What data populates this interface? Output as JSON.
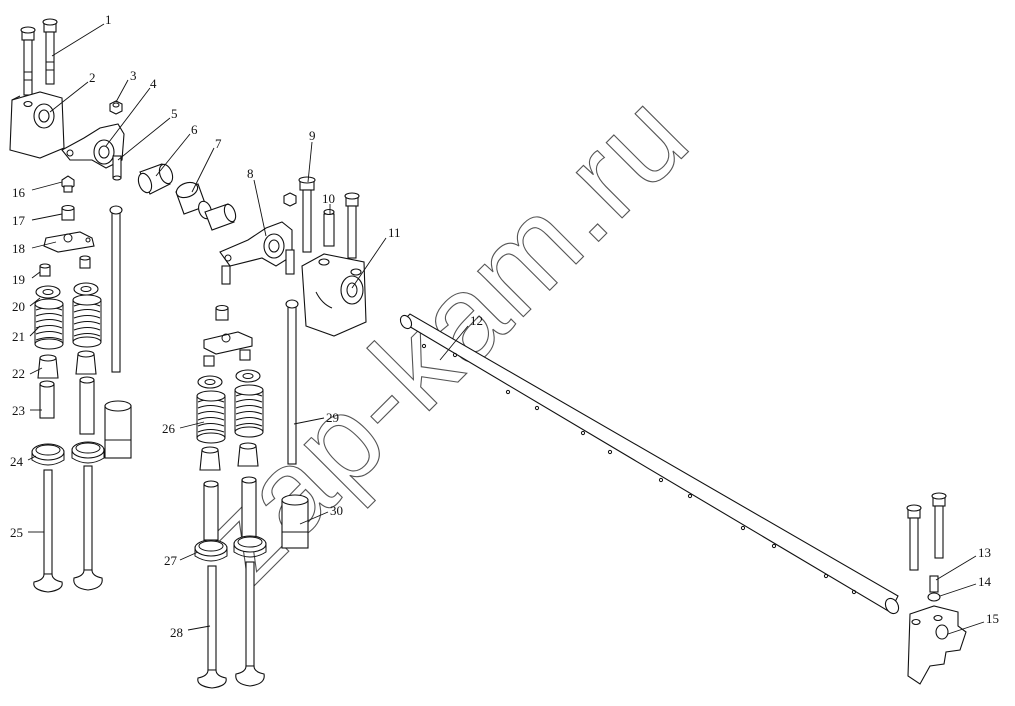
{
  "diagram": {
    "watermark": "zap-kam.ru",
    "corner_mark": "",
    "labels": [
      {
        "id": "l1",
        "text": "1"
      },
      {
        "id": "l2",
        "text": "2"
      },
      {
        "id": "l3",
        "text": "3"
      },
      {
        "id": "l4",
        "text": "4"
      },
      {
        "id": "l5",
        "text": "5"
      },
      {
        "id": "l6",
        "text": "6"
      },
      {
        "id": "l7",
        "text": "7"
      },
      {
        "id": "l8",
        "text": "8"
      },
      {
        "id": "l9",
        "text": "9"
      },
      {
        "id": "l10",
        "text": "10"
      },
      {
        "id": "l11",
        "text": "11"
      },
      {
        "id": "l12",
        "text": "12"
      },
      {
        "id": "l13",
        "text": "13"
      },
      {
        "id": "l14",
        "text": "14"
      },
      {
        "id": "l15",
        "text": "15"
      },
      {
        "id": "l16",
        "text": "16"
      },
      {
        "id": "l17",
        "text": "17"
      },
      {
        "id": "l18",
        "text": "18"
      },
      {
        "id": "l19",
        "text": "19"
      },
      {
        "id": "l20",
        "text": "20"
      },
      {
        "id": "l21",
        "text": "21"
      },
      {
        "id": "l22",
        "text": "22"
      },
      {
        "id": "l23",
        "text": "23"
      },
      {
        "id": "l24",
        "text": "24"
      },
      {
        "id": "l25",
        "text": "25"
      },
      {
        "id": "l26",
        "text": "26"
      },
      {
        "id": "l27",
        "text": "27"
      },
      {
        "id": "l28",
        "text": "28"
      },
      {
        "id": "l29",
        "text": "29"
      },
      {
        "id": "l30",
        "text": "30"
      }
    ]
  }
}
